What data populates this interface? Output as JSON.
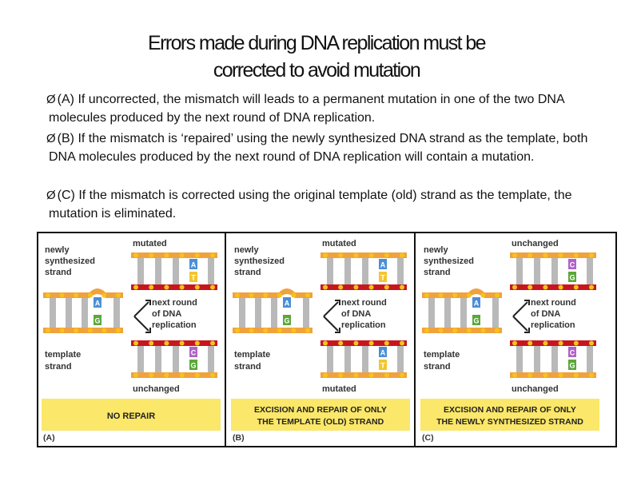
{
  "title": {
    "line1": "Errors made during DNA replication must be",
    "line2": "corrected to avoid mutation"
  },
  "bullets": [
    {
      "arrow": "Ø",
      "text": "(A) If uncorrected, the mismatch will leads to a permanent mutation in one of the two DNA molecules produced by the next round of DNA replication."
    },
    {
      "arrow": "Ø",
      "text": "(B) If the mismatch is ‘repaired’ using the newly synthesized DNA strand as the template, both DNA molecules produced by the next round of DNA replication will contain a mutation."
    },
    {
      "arrow": "Ø",
      "text": "(C) If the mismatch is corrected using the original template (old) strand as the template, the mutation is eliminated."
    }
  ],
  "figure": {
    "colors": {
      "orange": "#f0a23c",
      "red": "#c8161d",
      "grey": "#b9b9b9",
      "dot": "#f7c21c",
      "blue": "#4b8fd6",
      "yellow": "#f2c531",
      "green": "#5aa83a",
      "purple": "#b063c8",
      "box": "#fbe769"
    },
    "panels": [
      {
        "letter": "(A)",
        "newly": [
          "newly",
          "synthesized",
          "strand"
        ],
        "template": [
          "template",
          "strand"
        ],
        "next_round": [
          "next round",
          "of DNA",
          "replication"
        ],
        "top_label": "mutated",
        "top_bases": [
          "A",
          "T"
        ],
        "bottom_label": "unchanged",
        "bottom_bases": [
          "C",
          "G"
        ],
        "mismatch": [
          "A",
          "G"
        ],
        "box_text": [
          "NO REPAIR"
        ]
      },
      {
        "letter": "(B)",
        "newly": [
          "newly",
          "synthesized",
          "strand"
        ],
        "template": [
          "template",
          "strand"
        ],
        "next_round": [
          "next round",
          "of DNA",
          "replication"
        ],
        "top_label": "mutated",
        "top_bases": [
          "A",
          "T"
        ],
        "bottom_label": "mutated",
        "bottom_bases": [
          "A",
          "T"
        ],
        "mismatch": [
          "A",
          "G"
        ],
        "box_text": [
          "EXCISION AND REPAIR OF ONLY",
          "THE TEMPLATE (OLD) STRAND"
        ]
      },
      {
        "letter": "(C)",
        "newly": [
          "newly",
          "synthesized",
          "strand"
        ],
        "template": [
          "template",
          "strand"
        ],
        "next_round": [
          "next round",
          "of DNA",
          "replication"
        ],
        "top_label": "unchanged",
        "top_bases": [
          "C",
          "G"
        ],
        "bottom_label": "unchanged",
        "bottom_bases": [
          "C",
          "G"
        ],
        "mismatch": [
          "A",
          "G"
        ],
        "box_text": [
          "EXCISION AND REPAIR OF ONLY",
          "THE NEWLY SYNTHESIZED STRAND"
        ]
      }
    ]
  }
}
